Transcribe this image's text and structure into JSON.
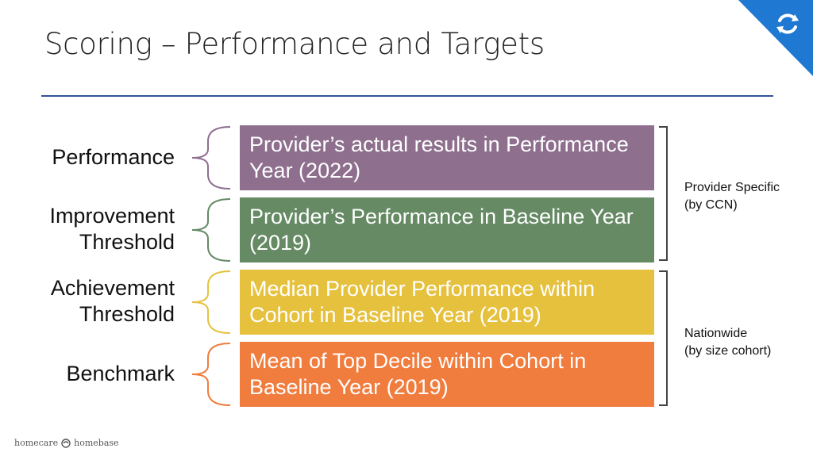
{
  "slide": {
    "title": "Scoring – Performance and Targets"
  },
  "rows": [
    {
      "label": "Performance",
      "text": "Provider’s actual results in Performance Year (2022)",
      "color": "#8e6f8e"
    },
    {
      "label": "Improvement Threshold",
      "text": "Provider’s Performance in Baseline Year (2019)",
      "color": "#658a64"
    },
    {
      "label": "Achievement Threshold",
      "text": "Median Provider Performance within Cohort in Baseline Year (2019)",
      "color": "#e6c13d"
    },
    {
      "label": "Benchmark",
      "text": "Mean of Top Decile within Cohort in Baseline Year (2019)",
      "color": "#f07c3e"
    }
  ],
  "groups": [
    {
      "line1": "Provider Specific",
      "line2": "(by CCN)"
    },
    {
      "line1": "Nationwide",
      "line2": "(by size cohort)"
    }
  ],
  "footer": {
    "brand_left": "homecare",
    "brand_right": "homebase"
  },
  "colors": {
    "accent_rule": "#2f5597",
    "corner_blue": "#1f78d1"
  },
  "icons": {
    "corner": "refresh-cycle-icon",
    "footer": "logo-swirl-icon"
  }
}
